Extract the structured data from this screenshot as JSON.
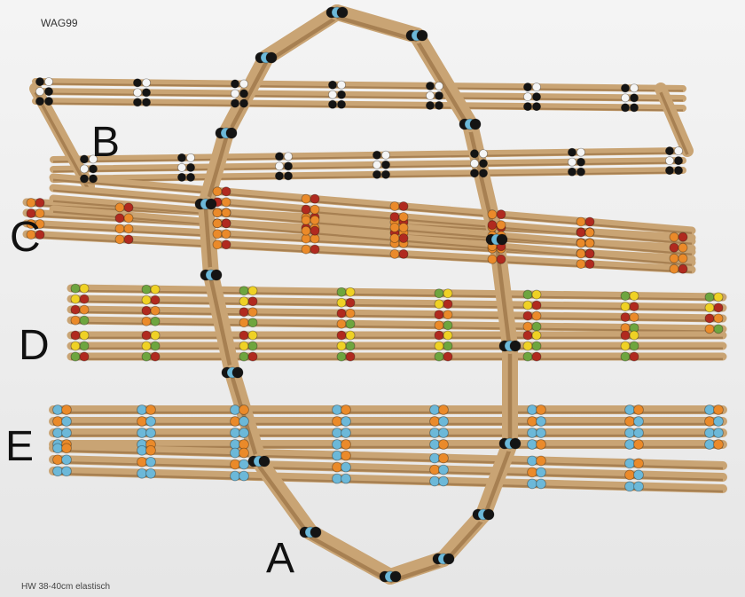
{
  "labels": {
    "product_code": "WAG99",
    "footer_note": "HW 38-40cm elastisch",
    "a": "A",
    "b": "B",
    "c": "C",
    "d": "D",
    "e": "E"
  },
  "colors": {
    "background": "#eeeeee",
    "bamboo": "#c9a474",
    "bamboo_dark": "#8a6336",
    "bead_black": "#141414",
    "bead_white": "#f5f5f5",
    "bead_blue": "#6cb8d8",
    "bead_orange": "#ea8a2a",
    "bead_red": "#b02a1f",
    "bead_green": "#6ea53f",
    "bead_yellow": "#efd125"
  }
}
